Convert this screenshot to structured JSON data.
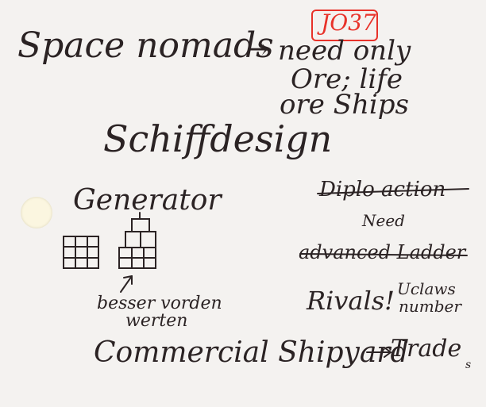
{
  "note": {
    "stamp": "JO37",
    "title_left": "Space nomads",
    "arrow": "→",
    "need_line1": "need only",
    "need_line2": "Ore; life",
    "need_line3": "ore Ships",
    "heading": "Schiffdesign",
    "generator": "Generator",
    "diplo": "Diplo action",
    "need_small": "Need",
    "advanced_ladder": "advanced Ladder",
    "rivals": "Rivals!",
    "rivals_note1": "Uclaws",
    "rivals_note2": "number",
    "besser_line1": "besser vorden",
    "besser_line2": "werten",
    "commercial": "Commercial Shipyard",
    "trade": "Trade",
    "trade_sub": "s"
  }
}
